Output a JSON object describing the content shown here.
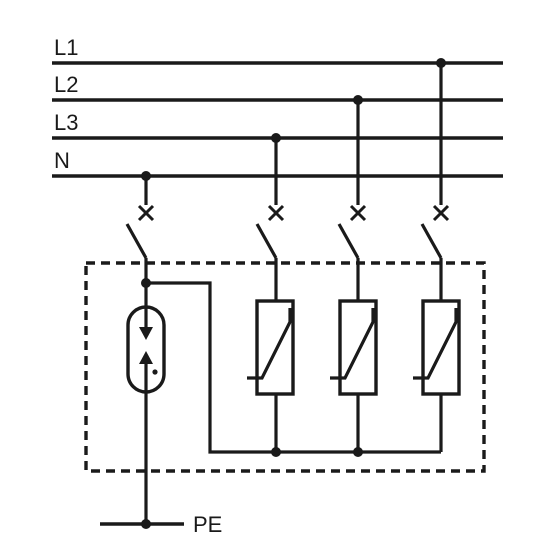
{
  "diagram": {
    "lines": [
      "L1",
      "L2",
      "L3",
      "N"
    ],
    "earth": "PE"
  }
}
